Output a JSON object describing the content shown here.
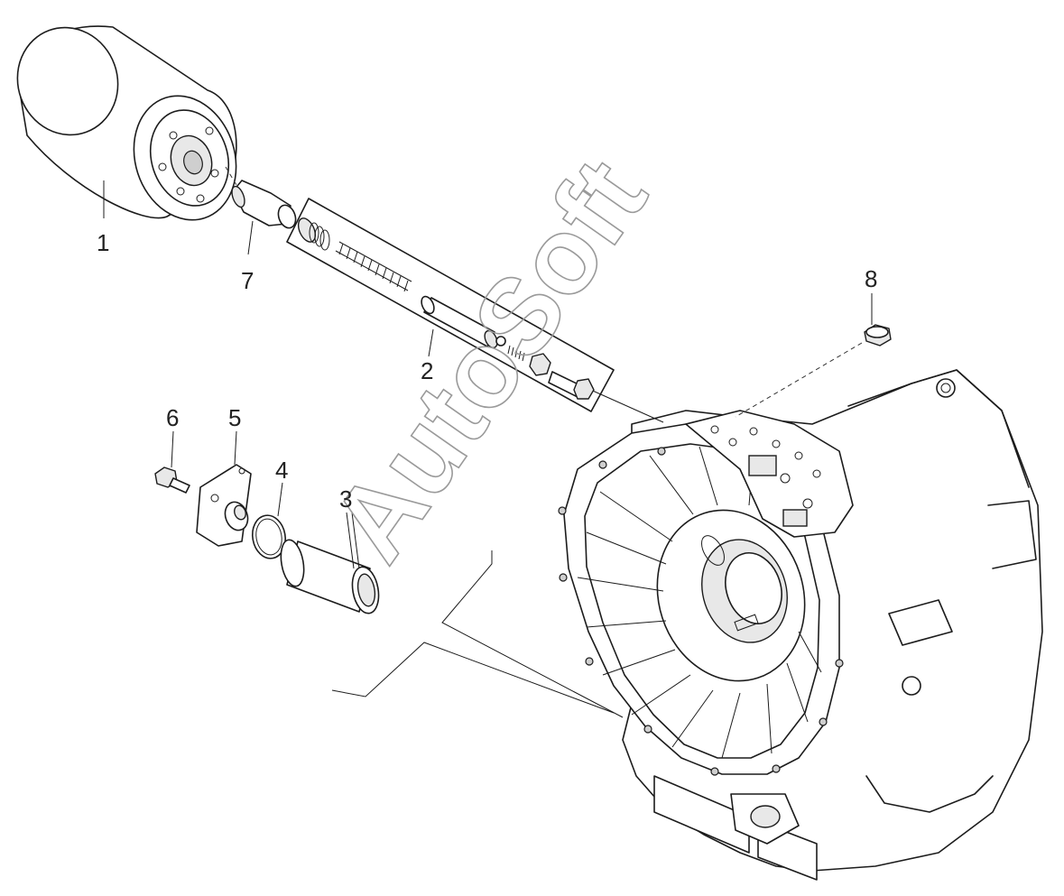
{
  "callouts": {
    "c1": "1",
    "c2": "2",
    "c3": "3",
    "c4": "4",
    "c5": "5",
    "c6": "6",
    "c7": "7",
    "c8": "8"
  },
  "watermark": "AutoSoft"
}
